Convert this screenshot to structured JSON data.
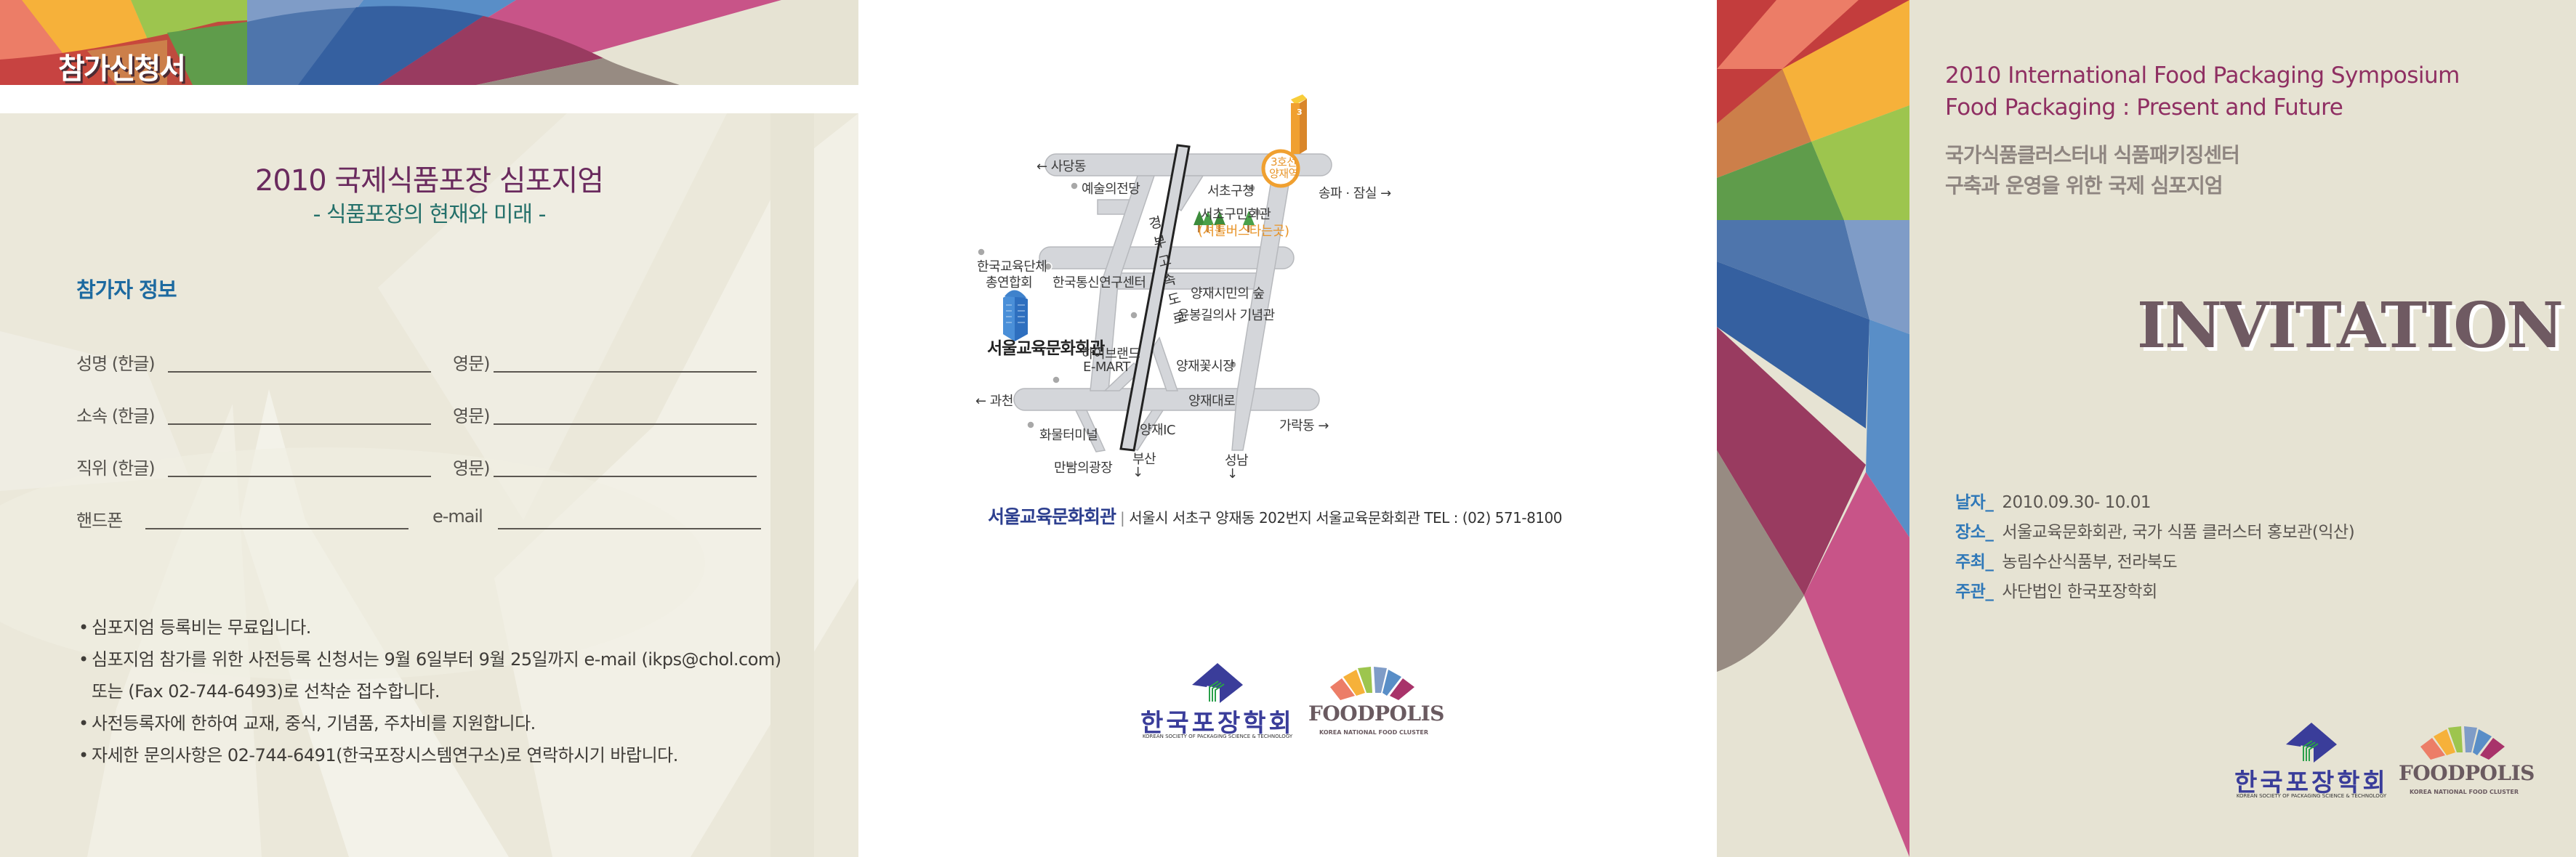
{
  "left_panel": {
    "banner_title": "참가신청서",
    "title": "2010 국제식품포장 심포지엄",
    "subtitle": "- 식품포장의 현재와 미래 -",
    "section_label": "참가자 정보",
    "form_rows": [
      {
        "left_label": "성명  (한글)",
        "right_label": "영문)"
      },
      {
        "left_label": "소속  (한글)",
        "right_label": "영문)"
      },
      {
        "left_label": "직위  (한글)",
        "right_label": "영문)"
      },
      {
        "left_label": "핸드폰",
        "right_label": "e-mail"
      }
    ],
    "notes": [
      {
        "bullet": "•",
        "text": "심포지엄 등록비는 무료입니다."
      },
      {
        "bullet": "•",
        "text": "심포지엄 참가를 위한 사전등록 신청서는 9월 6일부터 9월 25일까지 e-mail (ikps@chol.com)"
      },
      {
        "bullet": "",
        "text": "또는 (Fax 02-744-6493)로 선착순 접수합니다."
      },
      {
        "bullet": "•",
        "text": "사전등록자에 한하여 교재, 중식, 기념품, 주차비를 지원합니다."
      },
      {
        "bullet": "•",
        "text": "자세한 문의사항은 02-744-6491(한국포장시스템연구소)로 연락하시기 바랍니다."
      }
    ]
  },
  "map": {
    "labels": {
      "sadang": "← 사당동",
      "arts_center": "예술의전당",
      "seocho_office": "서초구청",
      "station_line": "3호선",
      "station_name": "양재역",
      "station_badge": "3",
      "songpa": "송파 · 잠실 →",
      "seocho_hall": "서초구민회관",
      "shuttle": "(셔틀버스타는곳)",
      "edu_org_1": "한국교육단체",
      "edu_org_2": "총연합회",
      "telecom_center": "한국통신연구센터",
      "forest": "양재시민의 숲",
      "memorial": "윤봉길의사 기념관",
      "venue": "서울교육문화회관",
      "hibrand": "하이브랜드",
      "emart": "E-MART",
      "flower_market": "양재꽃시장",
      "gwacheon": "← 과천",
      "yangjae_road": "양재대로",
      "garak": "가락동 →",
      "truck_terminal": "화물터미널",
      "yangjae_ic": "양재IC",
      "plaza": "만남의광장",
      "busan": "부산",
      "seongnam": "성남",
      "highway": "경부고속도로"
    },
    "address": {
      "venue": "서울교육문화회관",
      "separator": "|",
      "detail": "서울시 서초구 양재동 202번지 서울교육문화회관   TEL : (02) 571-8100"
    }
  },
  "logos": {
    "kspst_name": "한국포장학회",
    "kspst_sub": "KOREAN SOCIETY OF PACKAGING SCIENCE & TECHNOLOGY",
    "foodpolis_name": "FOODPOLIS",
    "foodpolis_sub": "KOREA NATIONAL FOOD CLUSTER"
  },
  "right_panel": {
    "title_en_1": "2010 International Food Packaging Symposium",
    "title_en_2": "Food Packaging : Present and Future",
    "subtitle_ko_1": "국가식품클러스터내 식품패키징센터",
    "subtitle_ko_2": "구축과 운영을 위한 국제 심포지엄",
    "invitation": "INVITATION",
    "info": [
      {
        "key": "날자_",
        "value": "2010.09.30- 10.01"
      },
      {
        "key": "장소_",
        "value": "서울교육문화회관, 국가 식품 클러스터 홍보관(익산)"
      },
      {
        "key": "주최_",
        "value": "농림수산식품부, 전라북도"
      },
      {
        "key": "주관_",
        "value": "사단법인 한국포장학회"
      }
    ]
  },
  "colors": {
    "beige": "#e6e3d3",
    "title_purple": "#6a2a5e",
    "subtitle_teal": "#24706a",
    "section_blue": "#1d6aa0",
    "en_title_magenta": "#8f2f62",
    "info_key_blue": "#2f78b8",
    "station_orange": "#f0a030"
  }
}
